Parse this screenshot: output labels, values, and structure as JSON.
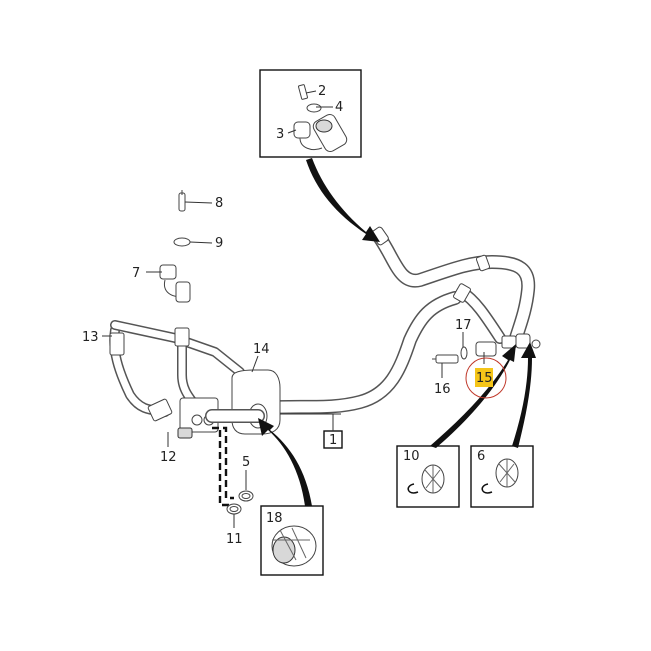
{
  "callouts": {
    "c1": "1",
    "c2": "2",
    "c3": "3",
    "c4": "4",
    "c5": "5",
    "c6": "6",
    "c7": "7",
    "c8": "8",
    "c9": "9",
    "c10": "10",
    "c11": "11",
    "c12": "12",
    "c13": "13",
    "c14": "14",
    "c15": "15",
    "c16": "16",
    "c17": "17",
    "c18": "18"
  },
  "highlight": {
    "callout": "15",
    "fill_color": "#f5c518",
    "ring_color": "#c0392b"
  }
}
